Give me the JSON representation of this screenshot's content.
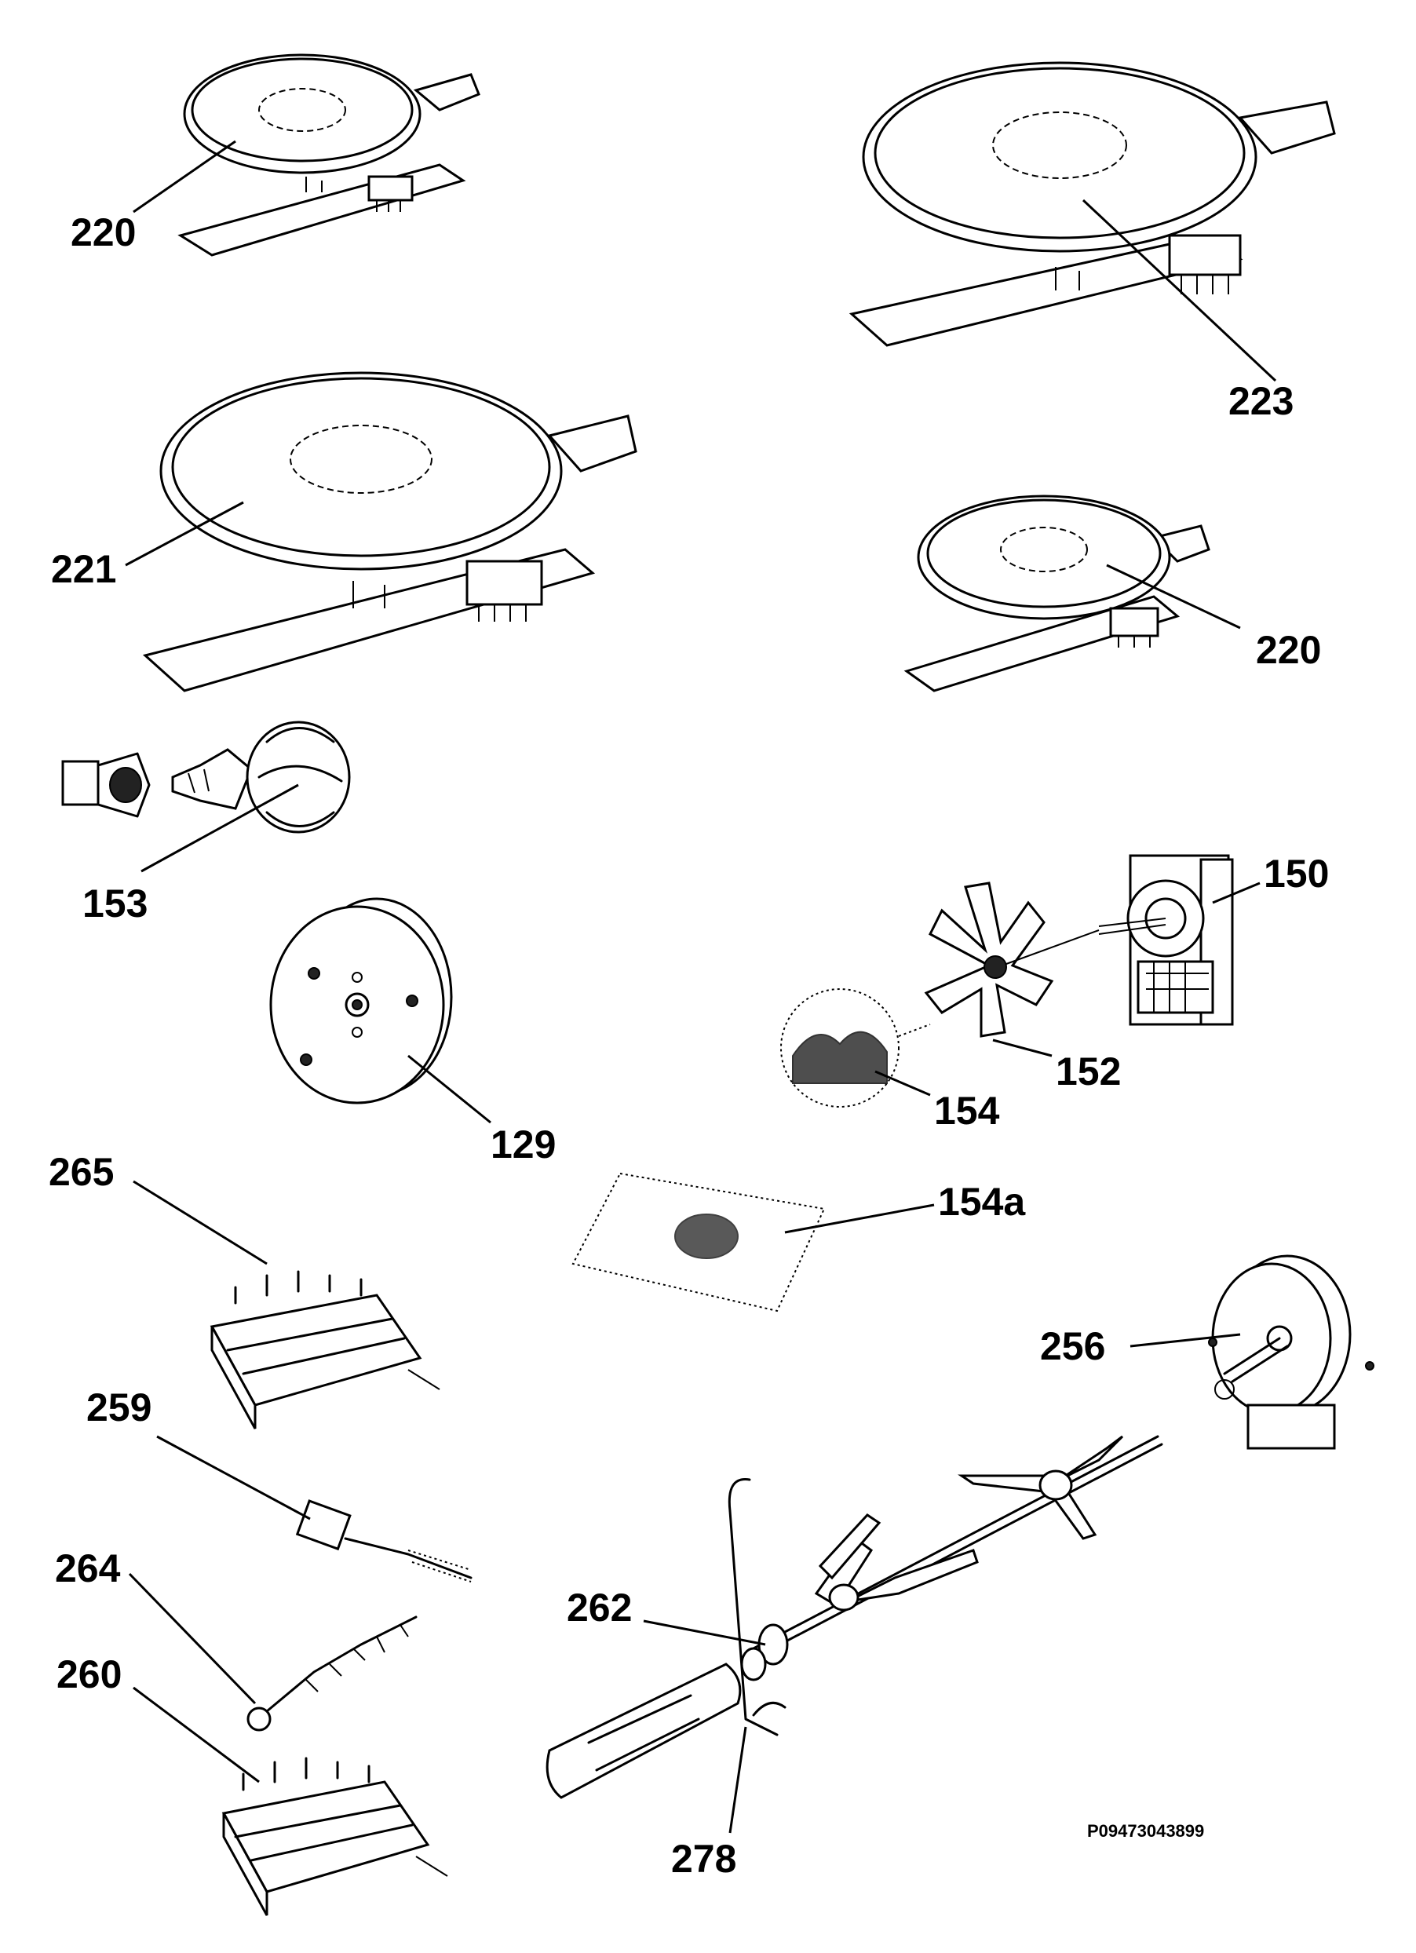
{
  "diagram": {
    "callouts": [
      {
        "id": "c220a",
        "label": "220"
      },
      {
        "id": "c223",
        "label": "223"
      },
      {
        "id": "c221",
        "label": "221"
      },
      {
        "id": "c220b",
        "label": "220"
      },
      {
        "id": "c153",
        "label": "153"
      },
      {
        "id": "c150",
        "label": "150"
      },
      {
        "id": "c129",
        "label": "129"
      },
      {
        "id": "c152",
        "label": "152"
      },
      {
        "id": "c154",
        "label": "154"
      },
      {
        "id": "c265",
        "label": "265"
      },
      {
        "id": "c154a",
        "label": "154a"
      },
      {
        "id": "c256",
        "label": "256"
      },
      {
        "id": "c259",
        "label": "259"
      },
      {
        "id": "c262",
        "label": "262"
      },
      {
        "id": "c264",
        "label": "264"
      },
      {
        "id": "c260",
        "label": "260"
      },
      {
        "id": "c278",
        "label": "278"
      }
    ],
    "drawing_code": "P09473043899"
  }
}
